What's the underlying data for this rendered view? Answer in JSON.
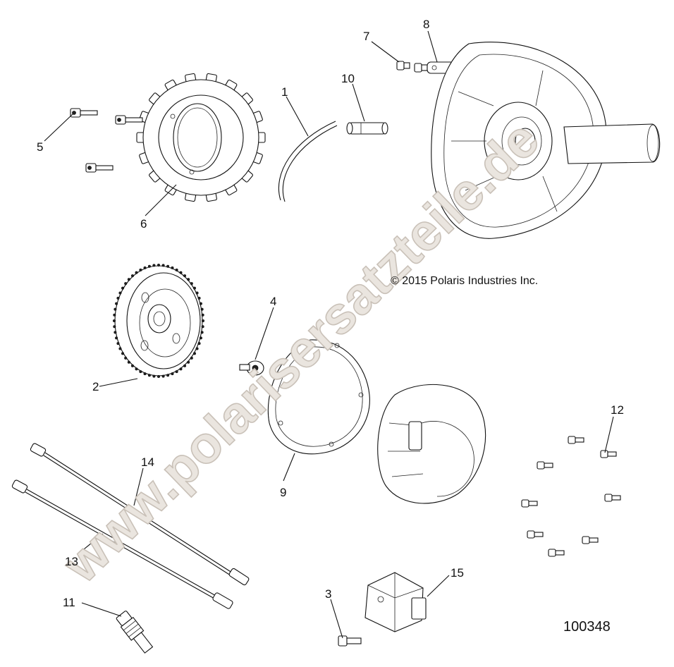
{
  "diagram": {
    "copyright": "© 2015 Polaris Industries Inc.",
    "document_number": "100348",
    "watermark": "www.polarisersatzteile.de",
    "callouts": [
      {
        "id": "c1",
        "label": "1"
      },
      {
        "id": "c2",
        "label": "2"
      },
      {
        "id": "c3",
        "label": "3"
      },
      {
        "id": "c4",
        "label": "4"
      },
      {
        "id": "c5",
        "label": "5"
      },
      {
        "id": "c6",
        "label": "6"
      },
      {
        "id": "c7",
        "label": "7"
      },
      {
        "id": "c8",
        "label": "8"
      },
      {
        "id": "c9",
        "label": "9"
      },
      {
        "id": "c10",
        "label": "10"
      },
      {
        "id": "c11",
        "label": "11"
      },
      {
        "id": "c12",
        "label": "12"
      },
      {
        "id": "c13",
        "label": "13"
      },
      {
        "id": "c14",
        "label": "14"
      },
      {
        "id": "c15",
        "label": "15"
      }
    ]
  }
}
